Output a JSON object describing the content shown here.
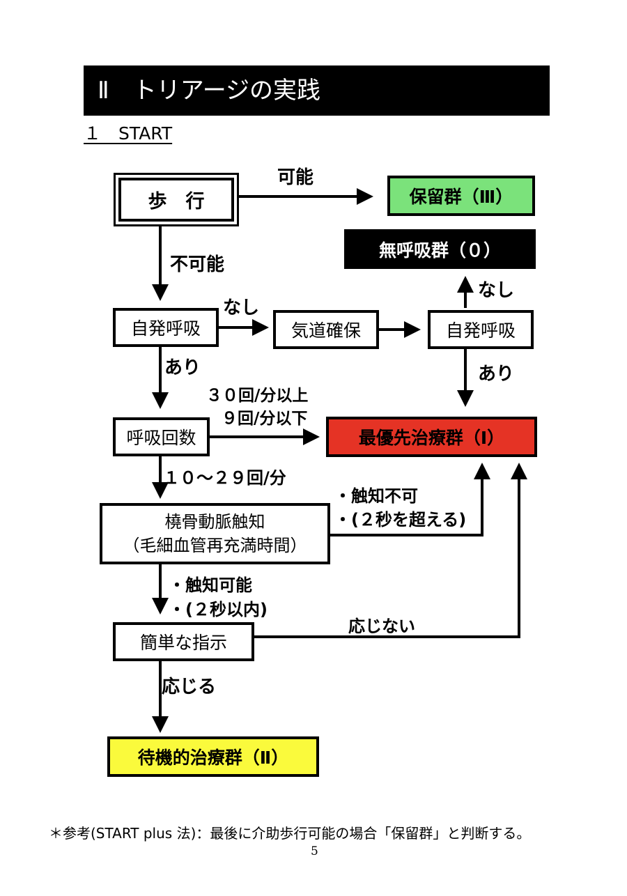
{
  "header": {
    "title": "Ⅱ　トリアージの実践",
    "subtitle": "１　START"
  },
  "flow": {
    "walk": "歩　行",
    "hold_group": "保留群（Ⅲ）",
    "no_breath_group": "無呼吸群（０）",
    "spont_breath_1": "自発呼吸",
    "airway": "気道確保",
    "spont_breath_2": "自発呼吸",
    "resp_rate": "呼吸回数",
    "priority_group": "最優先治療群（Ⅰ）",
    "radial_line1": "橈骨動脈触知",
    "radial_line2": "（毛細血管再充満時間）",
    "simple_cmd": "簡単な指示",
    "delayed_group": "待機的治療群（Ⅱ）"
  },
  "labels": {
    "possible": "可能",
    "impossible": "不可能",
    "none_1": "なし",
    "none_2": "なし",
    "yes_1": "あり",
    "yes_2": "あり",
    "rr_high": "３０回/分以上",
    "rr_low": "９回/分以下",
    "rr_normal": "１０～２９回/分",
    "no_palp_1": "・触知不可",
    "no_palp_2": "・(２秒を超える)",
    "palp_1": "・触知可能",
    "palp_2": "・(２秒以内)",
    "no_response": "応じない",
    "response": "応じる"
  },
  "footnote": "＊参考(START plus 法)：最後に介助歩行可能の場合「保留群」と判断する。",
  "page_number": "5",
  "colors": {
    "hold": "#7be27b",
    "priority": "#e53325",
    "delayed": "#fafa3c",
    "no_breath": "#000000"
  }
}
